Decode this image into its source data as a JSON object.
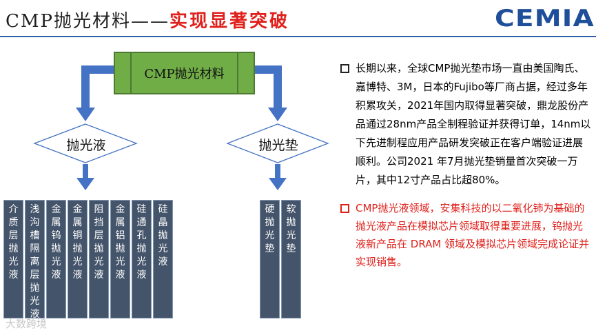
{
  "header": {
    "title_prefix": "CMP抛光材料——",
    "title_highlight": "实现显著突破",
    "logo": "CEMIA"
  },
  "diagram": {
    "root": "CMP抛光材料",
    "branches": [
      {
        "label": "抛光液",
        "leaves": [
          "介质层抛光液",
          "浅沟槽隔离层抛光液",
          "金属钨抛光液",
          "金属铜抛光液",
          "阻挡层抛光液",
          "金属铝抛光液",
          "硅通孔抛光液",
          "硅晶抛光液"
        ]
      },
      {
        "label": "抛光垫",
        "leaves": [
          "硬抛光垫",
          "软抛光垫"
        ]
      }
    ]
  },
  "bullets": [
    "长期以来，全球CMP抛光垫市场一直由美国陶氏、嘉博特、3M，日本的Fujibo等厂商占据，经过多年积累攻关，2021年国内取得显著突破，鼎龙股份产品通过28nm产品全制程验证并获得订单，14nm以下先进制程应用产品研发突破正在客户端验证进展顺利。公司2021 年7月抛光垫销量首次突破一万片，其中12寸产品占比超80%。",
    "CMP抛光液领域，安集科技的以二氧化铈为基础的抛光液产品在模拟芯片领域取得重要进展，钨抛光液新产品在 DRAM 领域及模拟芯片领域完成论证并实现销售。"
  ],
  "watermark": "大数跨境",
  "colors": {
    "accent_red": "#e0201b",
    "root_fill": "#70ad47",
    "arrow_fill": "#4472c4",
    "leaf_fill": "#44546a",
    "rule_blue": "#2e5fa8"
  }
}
